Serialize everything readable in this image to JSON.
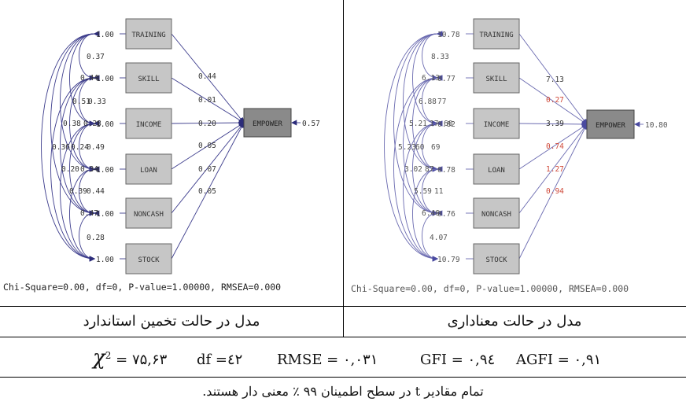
{
  "left_model": {
    "vars": [
      {
        "name": "TRAINING",
        "variance": "1.00",
        "path": "0.44"
      },
      {
        "name": "SKILL",
        "variance": "1.00",
        "path": "0.01"
      },
      {
        "name": "INCOME",
        "variance": "1.00",
        "path": "0.20"
      },
      {
        "name": "LOAN",
        "variance": "1.00",
        "path": "0.05"
      },
      {
        "name": "NONCASH",
        "variance": "1.00",
        "path": "0.07"
      },
      {
        "name": "STOCK",
        "variance": "1.00",
        "path": "0.05"
      }
    ],
    "outcome": {
      "name": "EMPOWER",
      "residual": "0.57"
    },
    "correlations": [
      "0.37",
      "0.44",
      "0.51",
      "0.33",
      "0.38",
      "0.28",
      "0.36",
      "0.24",
      "0.49",
      "0.20",
      "0.34",
      "0.39",
      "0.44",
      "0.47",
      "0.28"
    ],
    "fit": "Chi-Square=0.00, df=0, P-value=1.00000, RMSEA=0.000"
  },
  "right_model": {
    "vars": [
      {
        "name": "TRAINING",
        "variance": "10.78",
        "path": "7.13"
      },
      {
        "name": "SKILL",
        "variance": "0.77",
        "path": "0.27"
      },
      {
        "name": "INCOME",
        "variance": "0.82",
        "path": "3.39"
      },
      {
        "name": "LOAN",
        "variance": "0.78",
        "path": "0.74"
      },
      {
        "name": "NONCASH",
        "variance": "0.76",
        "path": "1.27"
      },
      {
        "name": "STOCK",
        "variance": "10.79",
        "path": "0.94"
      }
    ],
    "outcome": {
      "name": "EMPOWER",
      "residual": "10.80"
    },
    "correlations": [
      "8.33",
      "6.13",
      "6.88",
      "77",
      "5.21",
      "17",
      "60",
      "5.23",
      "60",
      "69",
      "3.02",
      "87",
      "5.59",
      "11",
      "6.46",
      "4.07"
    ],
    "fit": "Chi-Square=0.00, df=0, P-value=1.00000, RMSEA=0.000"
  },
  "captions": {
    "left": "مدل در حالت تخمین استاندارد",
    "right": "مدل در حالت معناداری"
  },
  "stats": {
    "chi_symbol": "χ",
    "chi_sup": "2",
    "chi_value": "= ۷۵,۶۳",
    "df": "df =٤٢",
    "rmse": "RMSE = ۰,۰۳۱",
    "gfi": "GFI = ۰,۹٤",
    "agfi": "AGFI = ۰,۹۱"
  },
  "footer": "تمام مقادیر t در سطح اطمینان ۹۹ ٪ معنی دار هستند.",
  "colors": {
    "arrow": "#3c3c8c",
    "red": "#d04a3a",
    "box_light": "#c6c6c6",
    "box_dark": "#8a8a8a"
  }
}
